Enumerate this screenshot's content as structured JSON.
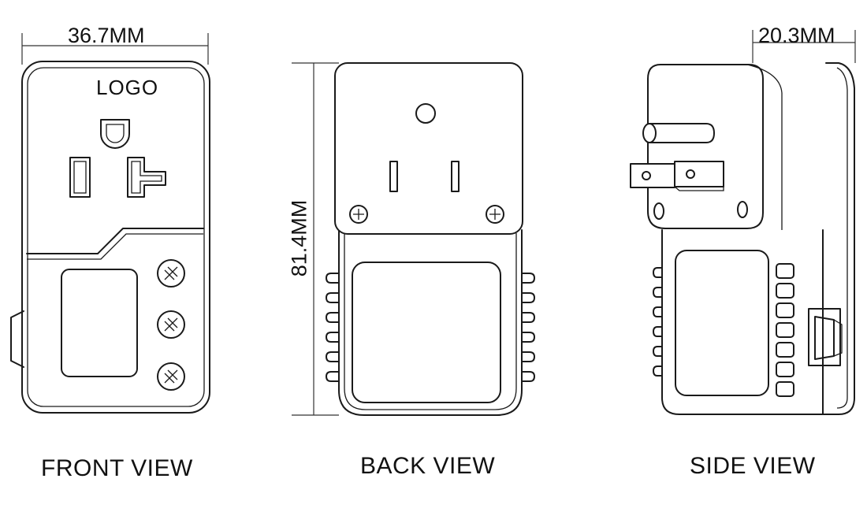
{
  "dimensions": {
    "width": "36.7MM",
    "height": "81.4MM",
    "depth": "20.3MM"
  },
  "front": {
    "logo": "LOGO",
    "label": "FRONT VIEW"
  },
  "back": {
    "label": "BACK VIEW"
  },
  "side": {
    "label": "SIDE VIEW"
  }
}
